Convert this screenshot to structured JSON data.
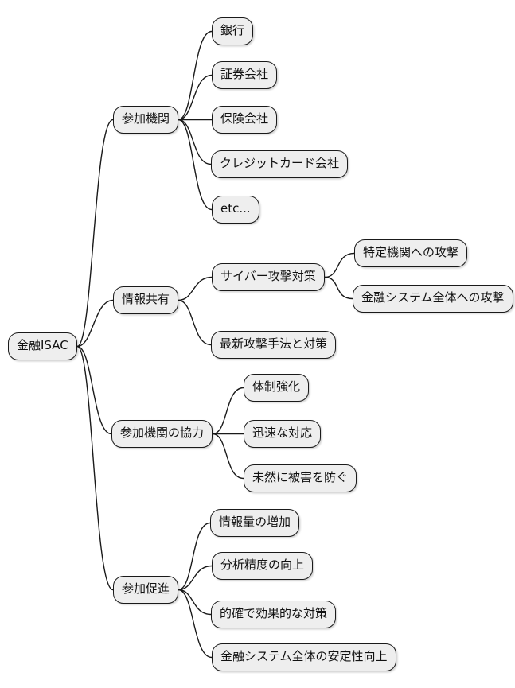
{
  "mindmap": {
    "style": {
      "background": "#ffffff",
      "node_fill": "#eeeeee",
      "node_border": "#1a1a1a",
      "edge_color": "#1a1a1a",
      "text_color": "#111111"
    },
    "root": {
      "label": "金融ISAC",
      "children": [
        {
          "label": "参加機関",
          "children": [
            {
              "label": "銀行"
            },
            {
              "label": "証券会社"
            },
            {
              "label": "保険会社"
            },
            {
              "label": "クレジットカード会社"
            },
            {
              "label": "etc..."
            }
          ]
        },
        {
          "label": "情報共有",
          "children": [
            {
              "label": "サイバー攻撃対策",
              "children": [
                {
                  "label": "特定機関への攻撃"
                },
                {
                  "label": "金融システム全体への攻撃"
                }
              ]
            },
            {
              "label": "最新攻撃手法と対策"
            }
          ]
        },
        {
          "label": "参加機関の協力",
          "children": [
            {
              "label": "体制強化"
            },
            {
              "label": "迅速な対応"
            },
            {
              "label": "未然に被害を防ぐ"
            }
          ]
        },
        {
          "label": "参加促進",
          "children": [
            {
              "label": "情報量の増加"
            },
            {
              "label": "分析精度の向上"
            },
            {
              "label": "的確で効果的な対策"
            },
            {
              "label": "金融システム全体の安定性向上"
            }
          ]
        }
      ]
    }
  }
}
